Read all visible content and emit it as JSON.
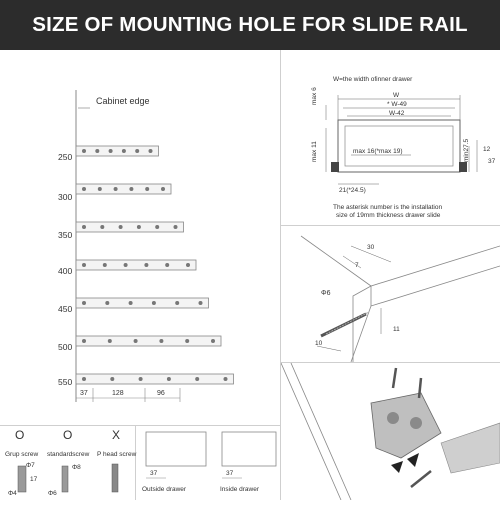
{
  "title": "SIZE OF MOUNTING HOLE FOR SLIDE RAIL",
  "left_panel": {
    "cabinet_edge_label": "Cabinet edge",
    "lengths": [
      "250",
      "300",
      "350",
      "400",
      "450",
      "500",
      "550"
    ],
    "dimensions": [
      "37",
      "128",
      "96"
    ]
  },
  "cross_section": {
    "legend": "W=the width ofinner drawer",
    "w": "W",
    "w49": "* W-49",
    "w42": "W-42",
    "max6": "max 6",
    "max11": "max 11",
    "max16": "max 16(*max 19)",
    "min275": "min27.5",
    "d12": "12",
    "d37": "37",
    "d21": "21(*24.5)",
    "note_line1": "The asterisk number is the installation",
    "note_line2": "size of 19mm thickness drawer slide"
  },
  "detail": {
    "d30": "30",
    "d7": "7",
    "phi6": "Φ6",
    "d11": "11",
    "d10": "10"
  },
  "screws": {
    "marks": [
      "O",
      "O",
      "X"
    ],
    "labels": [
      "Grup screw",
      "standardscrew",
      "P head screw"
    ],
    "grup_dims": [
      "Φ7",
      "17",
      "Φ4"
    ],
    "std_dims": [
      "Φ8",
      "Φ6"
    ]
  },
  "drawers": {
    "outside_label": "Outside drawer",
    "inside_label": "Inside drawer",
    "dim": "37"
  }
}
